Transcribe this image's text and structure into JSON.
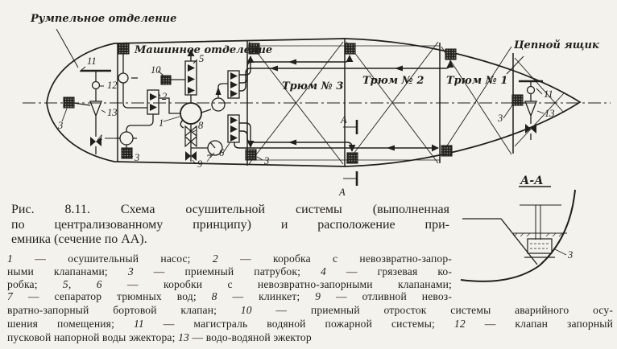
{
  "figure": {
    "caption_lines": [
      "Рис. 8.11. Схема осушительной системы (выполненная",
      "по централизованному принципу) и расположение при-",
      "емника (сечение по АА)."
    ],
    "legend_narrow": [
      "1 — осушительный насос; 2 — коробка с невозвратно-запор-",
      "ными клапанами; 3 — приемный патрубок; 4 — грязевая ко-",
      "робка; 5, 6 — коробки с невозвратно-запорными клапанами;",
      "7 — сепаратор трюмных вод; 8 — клинкет; 9 — отливной невоз-"
    ],
    "legend_wide": [
      "вратно-запорный бортовой клапан; 10 — приемный отросток системы аварийного осу-",
      "шения помещения; 11 — магистраль водяной пожарной системы; 12 — клапан запорный",
      "пусковой напорной воды эжектора; 13 — водо-водяной эжектор"
    ]
  },
  "diagram": {
    "compartments": {
      "tiller": "Румпельное отделение",
      "engine": "Машинное отделение",
      "hold3": "Трюм № 3",
      "hold2": "Трюм № 2",
      "hold1": "Трюм № 1",
      "chain": "Цепной ящик"
    },
    "section_view_title": "А-А",
    "section_cut_mark": "А",
    "nums": {
      "n1": "1",
      "n2": "2",
      "n3": "3",
      "n4": "4",
      "n5": "5",
      "n6": "6",
      "n7": "7",
      "n8": "8",
      "n9": "9",
      "n10": "10",
      "n11": "11",
      "n12": "12",
      "n13": "13"
    }
  },
  "colors": {
    "ink": "#211f1c",
    "paper": "#f4f2ec"
  }
}
